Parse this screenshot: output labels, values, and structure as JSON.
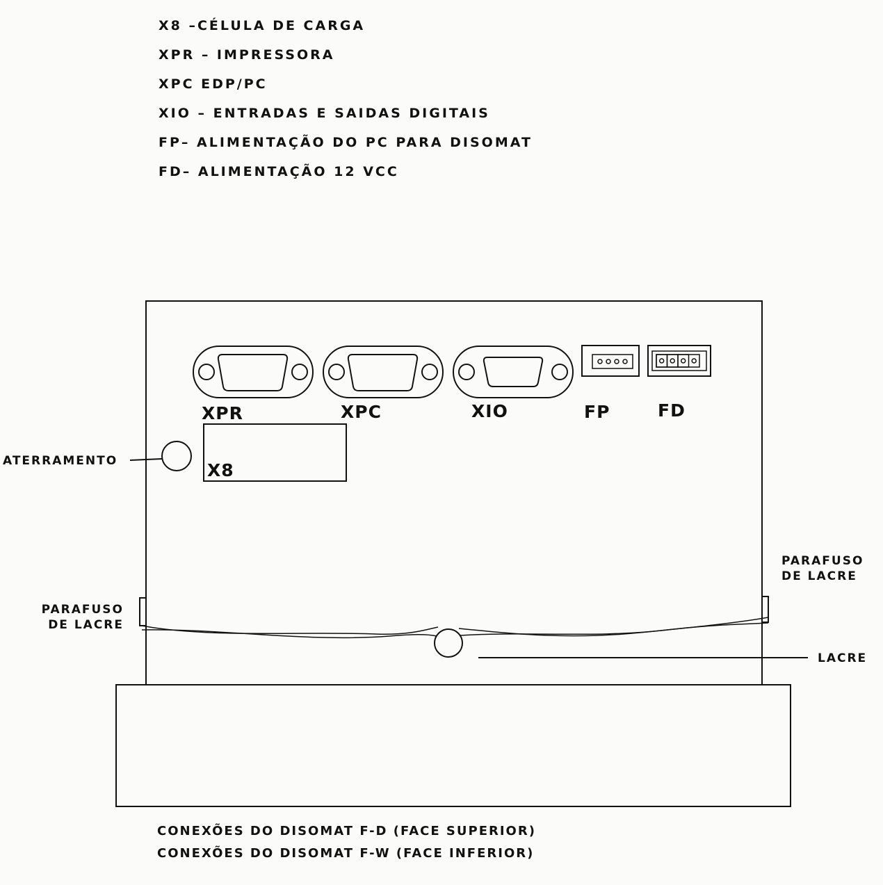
{
  "legend": [
    "X8 –CÉLULA DE CARGA",
    "XPR – IMPRESSORA",
    "XPC EDP/PC",
    "XIO – ENTRADAS E SAIDAS DIGITAIS",
    "FP– ALIMENTAÇÃO DO PC PARA DISOMAT",
    "FD– ALIMENTAÇÃO 12 VCC"
  ],
  "ports": {
    "xpr": "XPR",
    "xpc": "XPC",
    "xio": "XIO",
    "fp": "FP",
    "fd": "FD",
    "x8": "X8"
  },
  "callouts": {
    "grounding": "ATERRAMENTO",
    "seal_screw_left": [
      "PARAFUSO",
      "DE LACRE"
    ],
    "seal_screw_right": [
      "PARAFUSO",
      "DE LACRE"
    ],
    "seal": "LACRE"
  },
  "captions": [
    "CONEXÕES DO DISOMAT F-D (FACE SUPERIOR)",
    "CONEXÕES DO DISOMAT F-W (FACE INFERIOR)"
  ]
}
